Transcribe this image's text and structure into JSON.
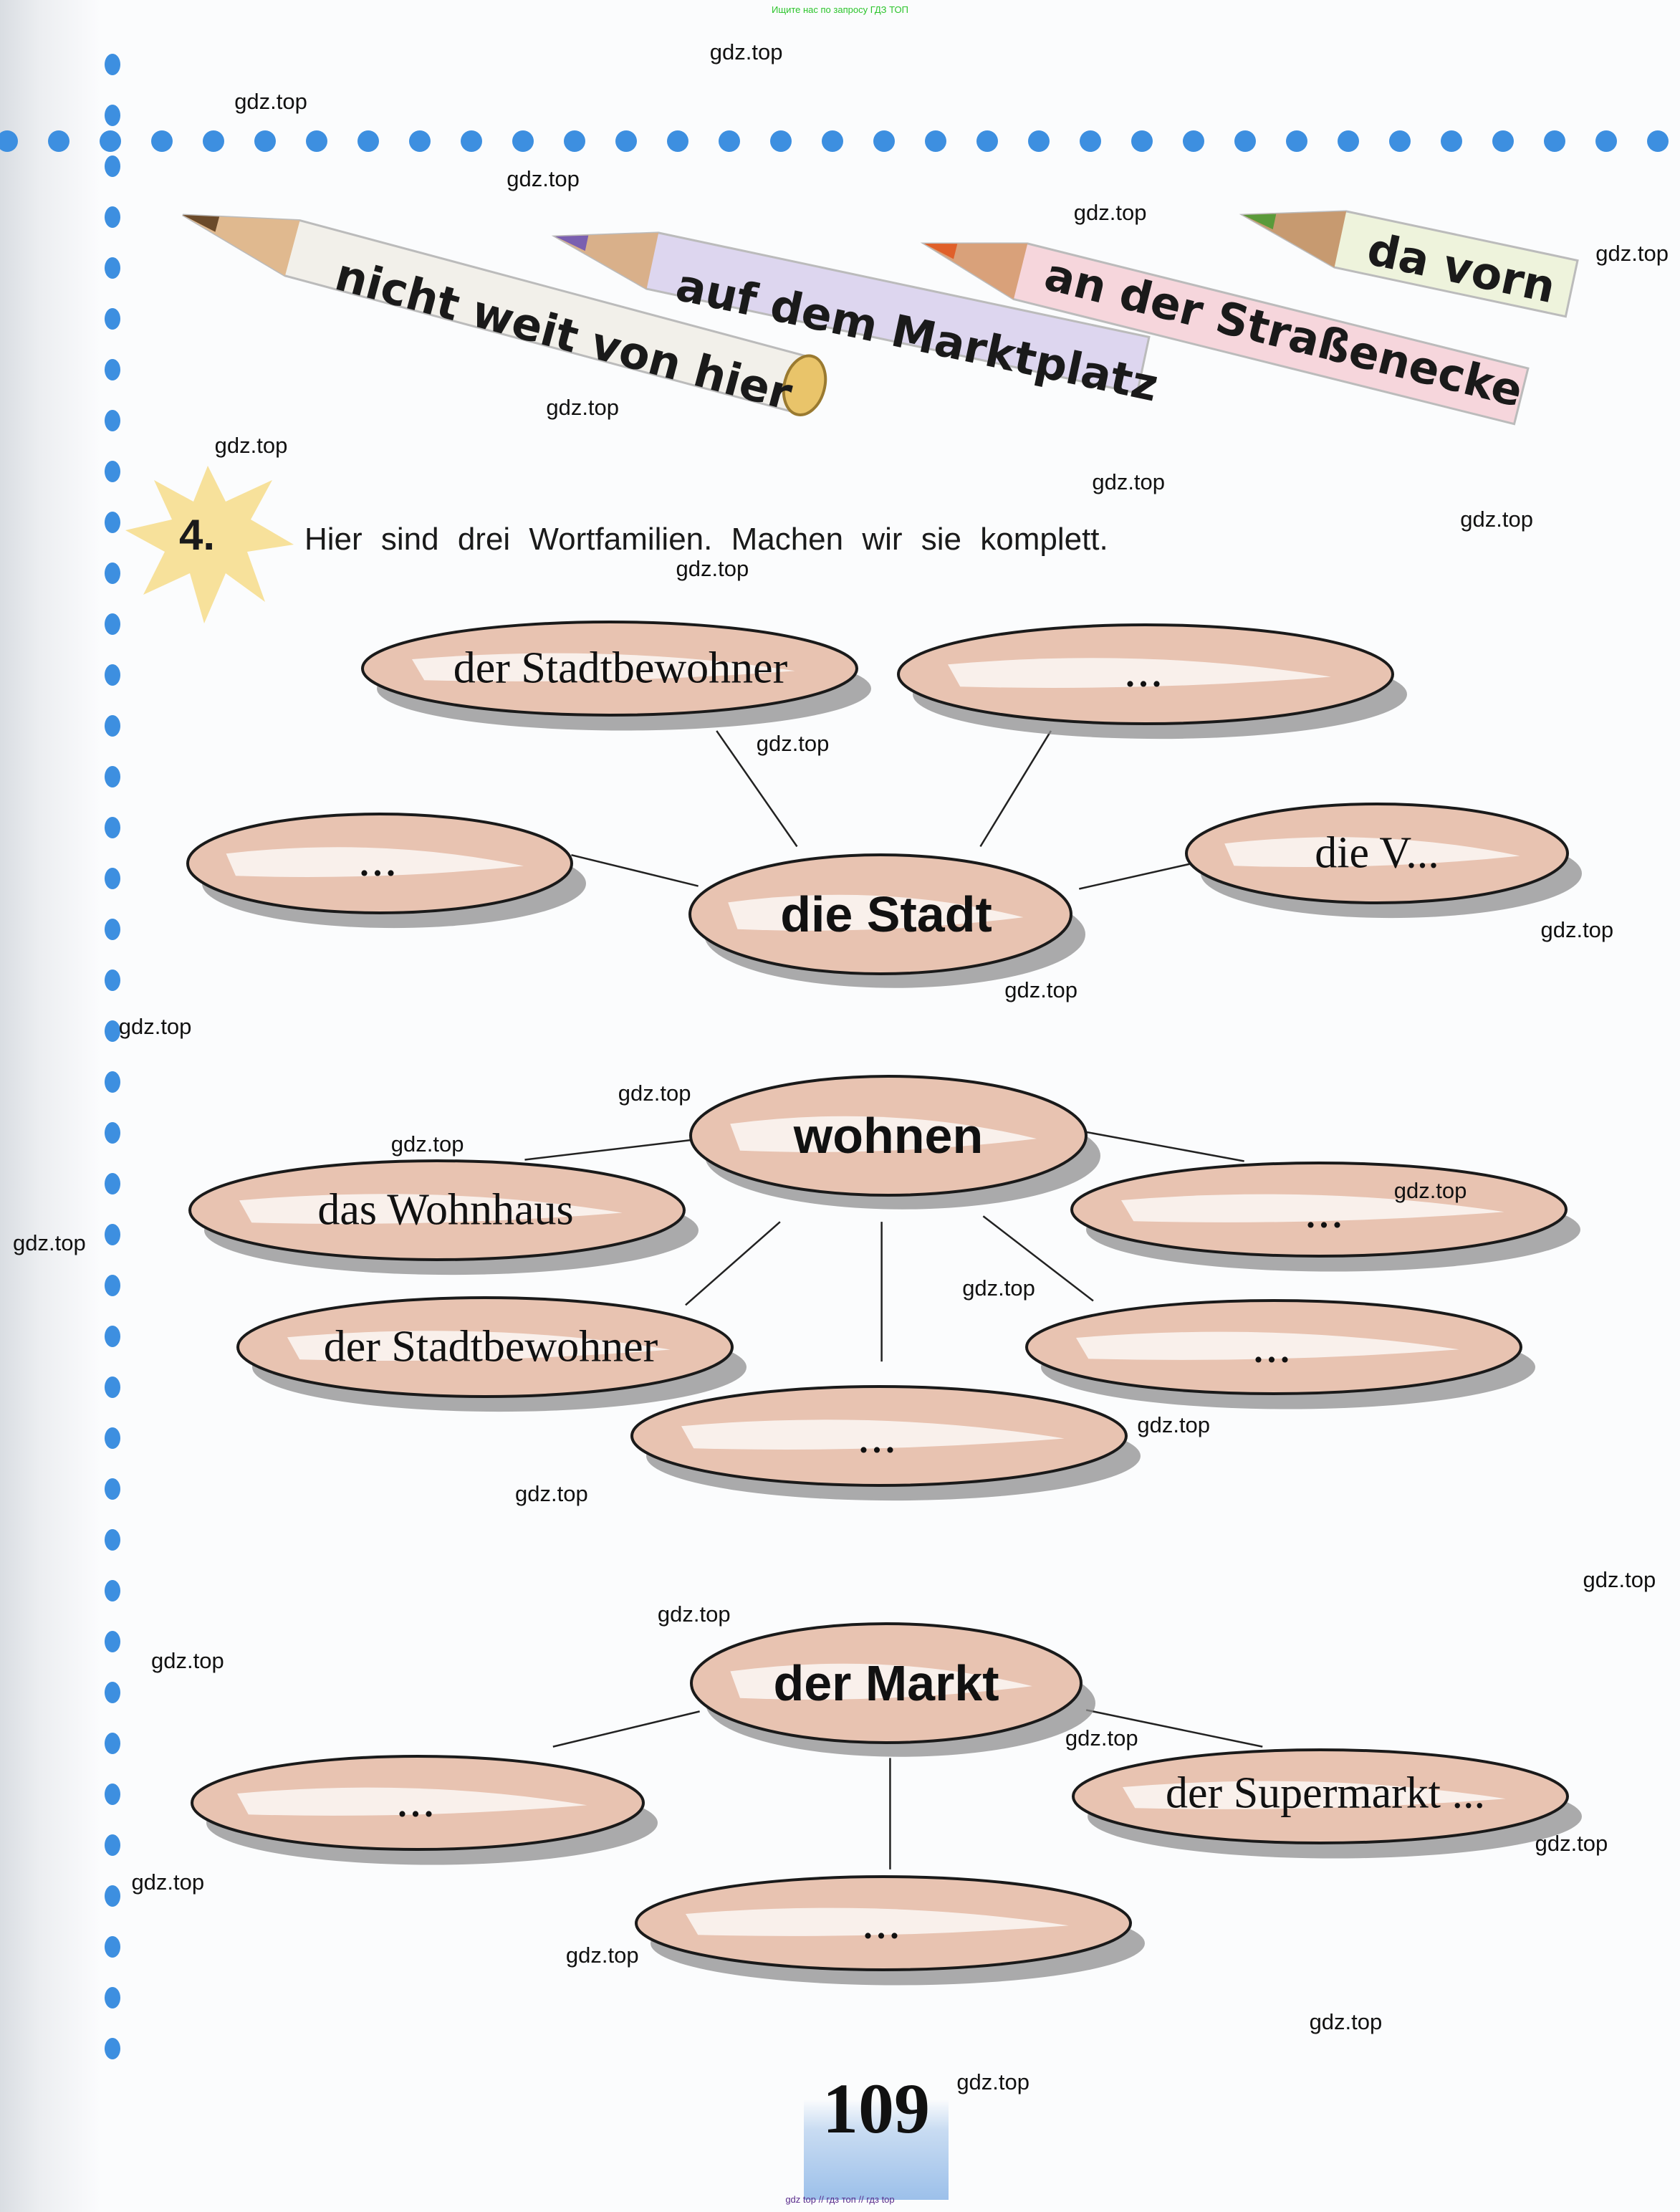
{
  "header_note": "Ищите нас по запросу ГДЗ ТОП",
  "footer_note": "gdz top  //  гдз топ  //  гдз top",
  "watermark": "gdz.top",
  "pencils": [
    {
      "label": "nicht weit von hier",
      "color": "#f2f0ea"
    },
    {
      "label": "auf dem Marktplatz",
      "color": "#ddd6ef"
    },
    {
      "label": "an der Straßenecke",
      "color": "#f6d6dc"
    },
    {
      "label": "da vorn",
      "color": "#eef3dc"
    }
  ],
  "task": {
    "number": "4.",
    "instruction": "Hier sind drei Wortfamilien. Machen wir sie komplett."
  },
  "families": {
    "stadt": {
      "center": "die Stadt",
      "words": [
        "der Stadtbewohner",
        "...",
        "...",
        "die V..."
      ]
    },
    "wohnen": {
      "center": "wohnen",
      "words": [
        "das Wohnhaus",
        "...",
        "der Stadtbewohner",
        "...",
        "..."
      ]
    },
    "markt": {
      "center": "der Markt",
      "words": [
        "...",
        "der Supermarkt ...",
        "..."
      ]
    }
  },
  "ellipse_color": "#e8c3b1",
  "page_number": "109"
}
